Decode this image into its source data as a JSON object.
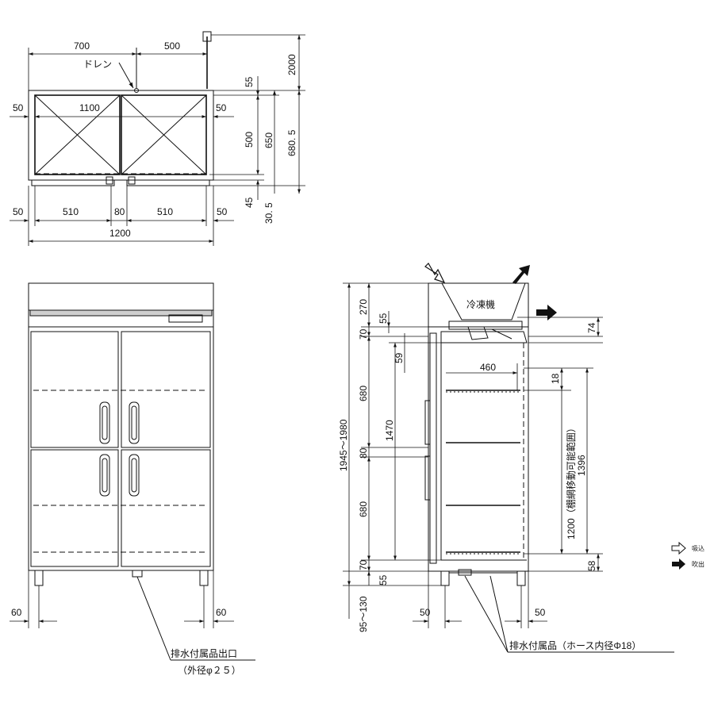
{
  "plan_view": {
    "width_left": "700",
    "width_right": "500",
    "height_2000": "2000",
    "drain_label": "ドレン",
    "dim_55": "55",
    "dim_500": "500",
    "dim_650": "650",
    "dim_680_5": "680. 5",
    "dim_45": "45",
    "dim_30_5": "30. 5",
    "left_50": "50",
    "inner_1100": "1100",
    "right_50": "50",
    "bottom_50_left": "50",
    "door_510_left": "510",
    "gap_80": "80",
    "door_510_right": "510",
    "bottom_50_right": "50",
    "total_1200": "1200"
  },
  "front_view": {
    "foot_60_left": "60",
    "foot_60_right": "60",
    "drain_outlet": "排水付属品出口",
    "drain_outlet_size": "（外径φ２５）"
  },
  "side_view": {
    "refrigerator_unit": "冷凍機",
    "dim_270": "270",
    "dim_55_top": "55",
    "dim_70_top": "70",
    "dim_59": "59",
    "dim_680_upper": "680",
    "dim_1470": "1470",
    "dim_80": "80",
    "dim_680_lower": "680",
    "dim_70_bottom": "70",
    "dim_55_bottom": "55",
    "total_height": "1945～1980",
    "foot_height": "95～130",
    "dim_460": "460",
    "dim_18": "18",
    "dim_74": "74",
    "shelf_range": "1200（棚網移動可能範囲）",
    "dim_1396": "1396",
    "dim_58": "58",
    "foot_50_left": "50",
    "foot_50_right": "50",
    "drain_accessory": "排水付属品（ホース内径Φ18）"
  },
  "legend": {
    "intake": "吸込",
    "exhaust": "吹出"
  }
}
